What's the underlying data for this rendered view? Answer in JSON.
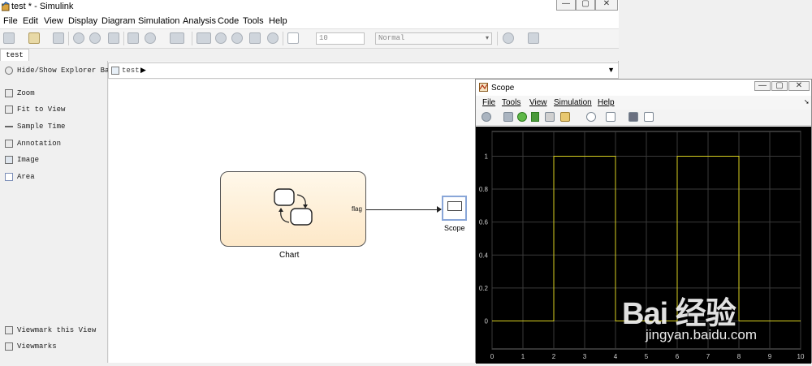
{
  "simulink": {
    "window_title": "test * - Simulink",
    "window_controls": {
      "minimize": "—",
      "maximize": "▢",
      "close": "✕"
    },
    "menu": [
      "File",
      "Edit",
      "View",
      "Display",
      "Diagram",
      "Simulation",
      "Analysis",
      "Code",
      "Tools",
      "Help"
    ],
    "toolbar": {
      "stop_time": "10",
      "sim_mode": "Normal"
    },
    "tab": "test",
    "address": {
      "path": "test"
    },
    "sidebar": {
      "top_items": [
        {
          "label": "Hide/Show Explorer Bar",
          "icon": "explorer-bar-icon"
        },
        {
          "label": "Zoom",
          "icon": "zoom-icon"
        },
        {
          "label": "Fit to View",
          "icon": "fit-to-view-icon"
        },
        {
          "label": "Sample Time",
          "icon": "sample-time-icon"
        },
        {
          "label": "Annotation",
          "icon": "annotation-icon"
        },
        {
          "label": "Image",
          "icon": "image-icon"
        },
        {
          "label": "Area",
          "icon": "area-icon"
        }
      ],
      "bottom_items": [
        {
          "label": "Viewmark this View",
          "icon": "viewmark-icon"
        },
        {
          "label": "Viewmarks",
          "icon": "viewmarks-icon"
        }
      ]
    },
    "diagram": {
      "chart_block": {
        "label": "Chart",
        "port": "flag"
      },
      "scope_block": {
        "label": "Scope"
      }
    }
  },
  "scope": {
    "window_title": "Scope",
    "menu": [
      "File",
      "Tools",
      "View",
      "Simulation",
      "Help"
    ],
    "chart_data": {
      "type": "line",
      "title": "",
      "xlabel": "",
      "ylabel": "",
      "xlim": [
        0,
        10
      ],
      "ylim": [
        -0.17,
        1.15
      ],
      "x_ticks": [
        0,
        1,
        2,
        3,
        4,
        5,
        6,
        7,
        8,
        9,
        10
      ],
      "y_ticks": [
        0,
        0.2,
        0.4,
        0.6,
        0.8,
        1
      ],
      "grid": true,
      "series": [
        {
          "color": "#d8d020",
          "x": [
            0,
            2,
            2,
            4,
            4,
            6,
            6,
            8,
            8,
            10
          ],
          "y": [
            0,
            0,
            1,
            1,
            0,
            0,
            1,
            1,
            0,
            0
          ]
        }
      ]
    }
  },
  "watermark": {
    "text": "Bai 经验",
    "url": "jingyan.baidu.com"
  }
}
